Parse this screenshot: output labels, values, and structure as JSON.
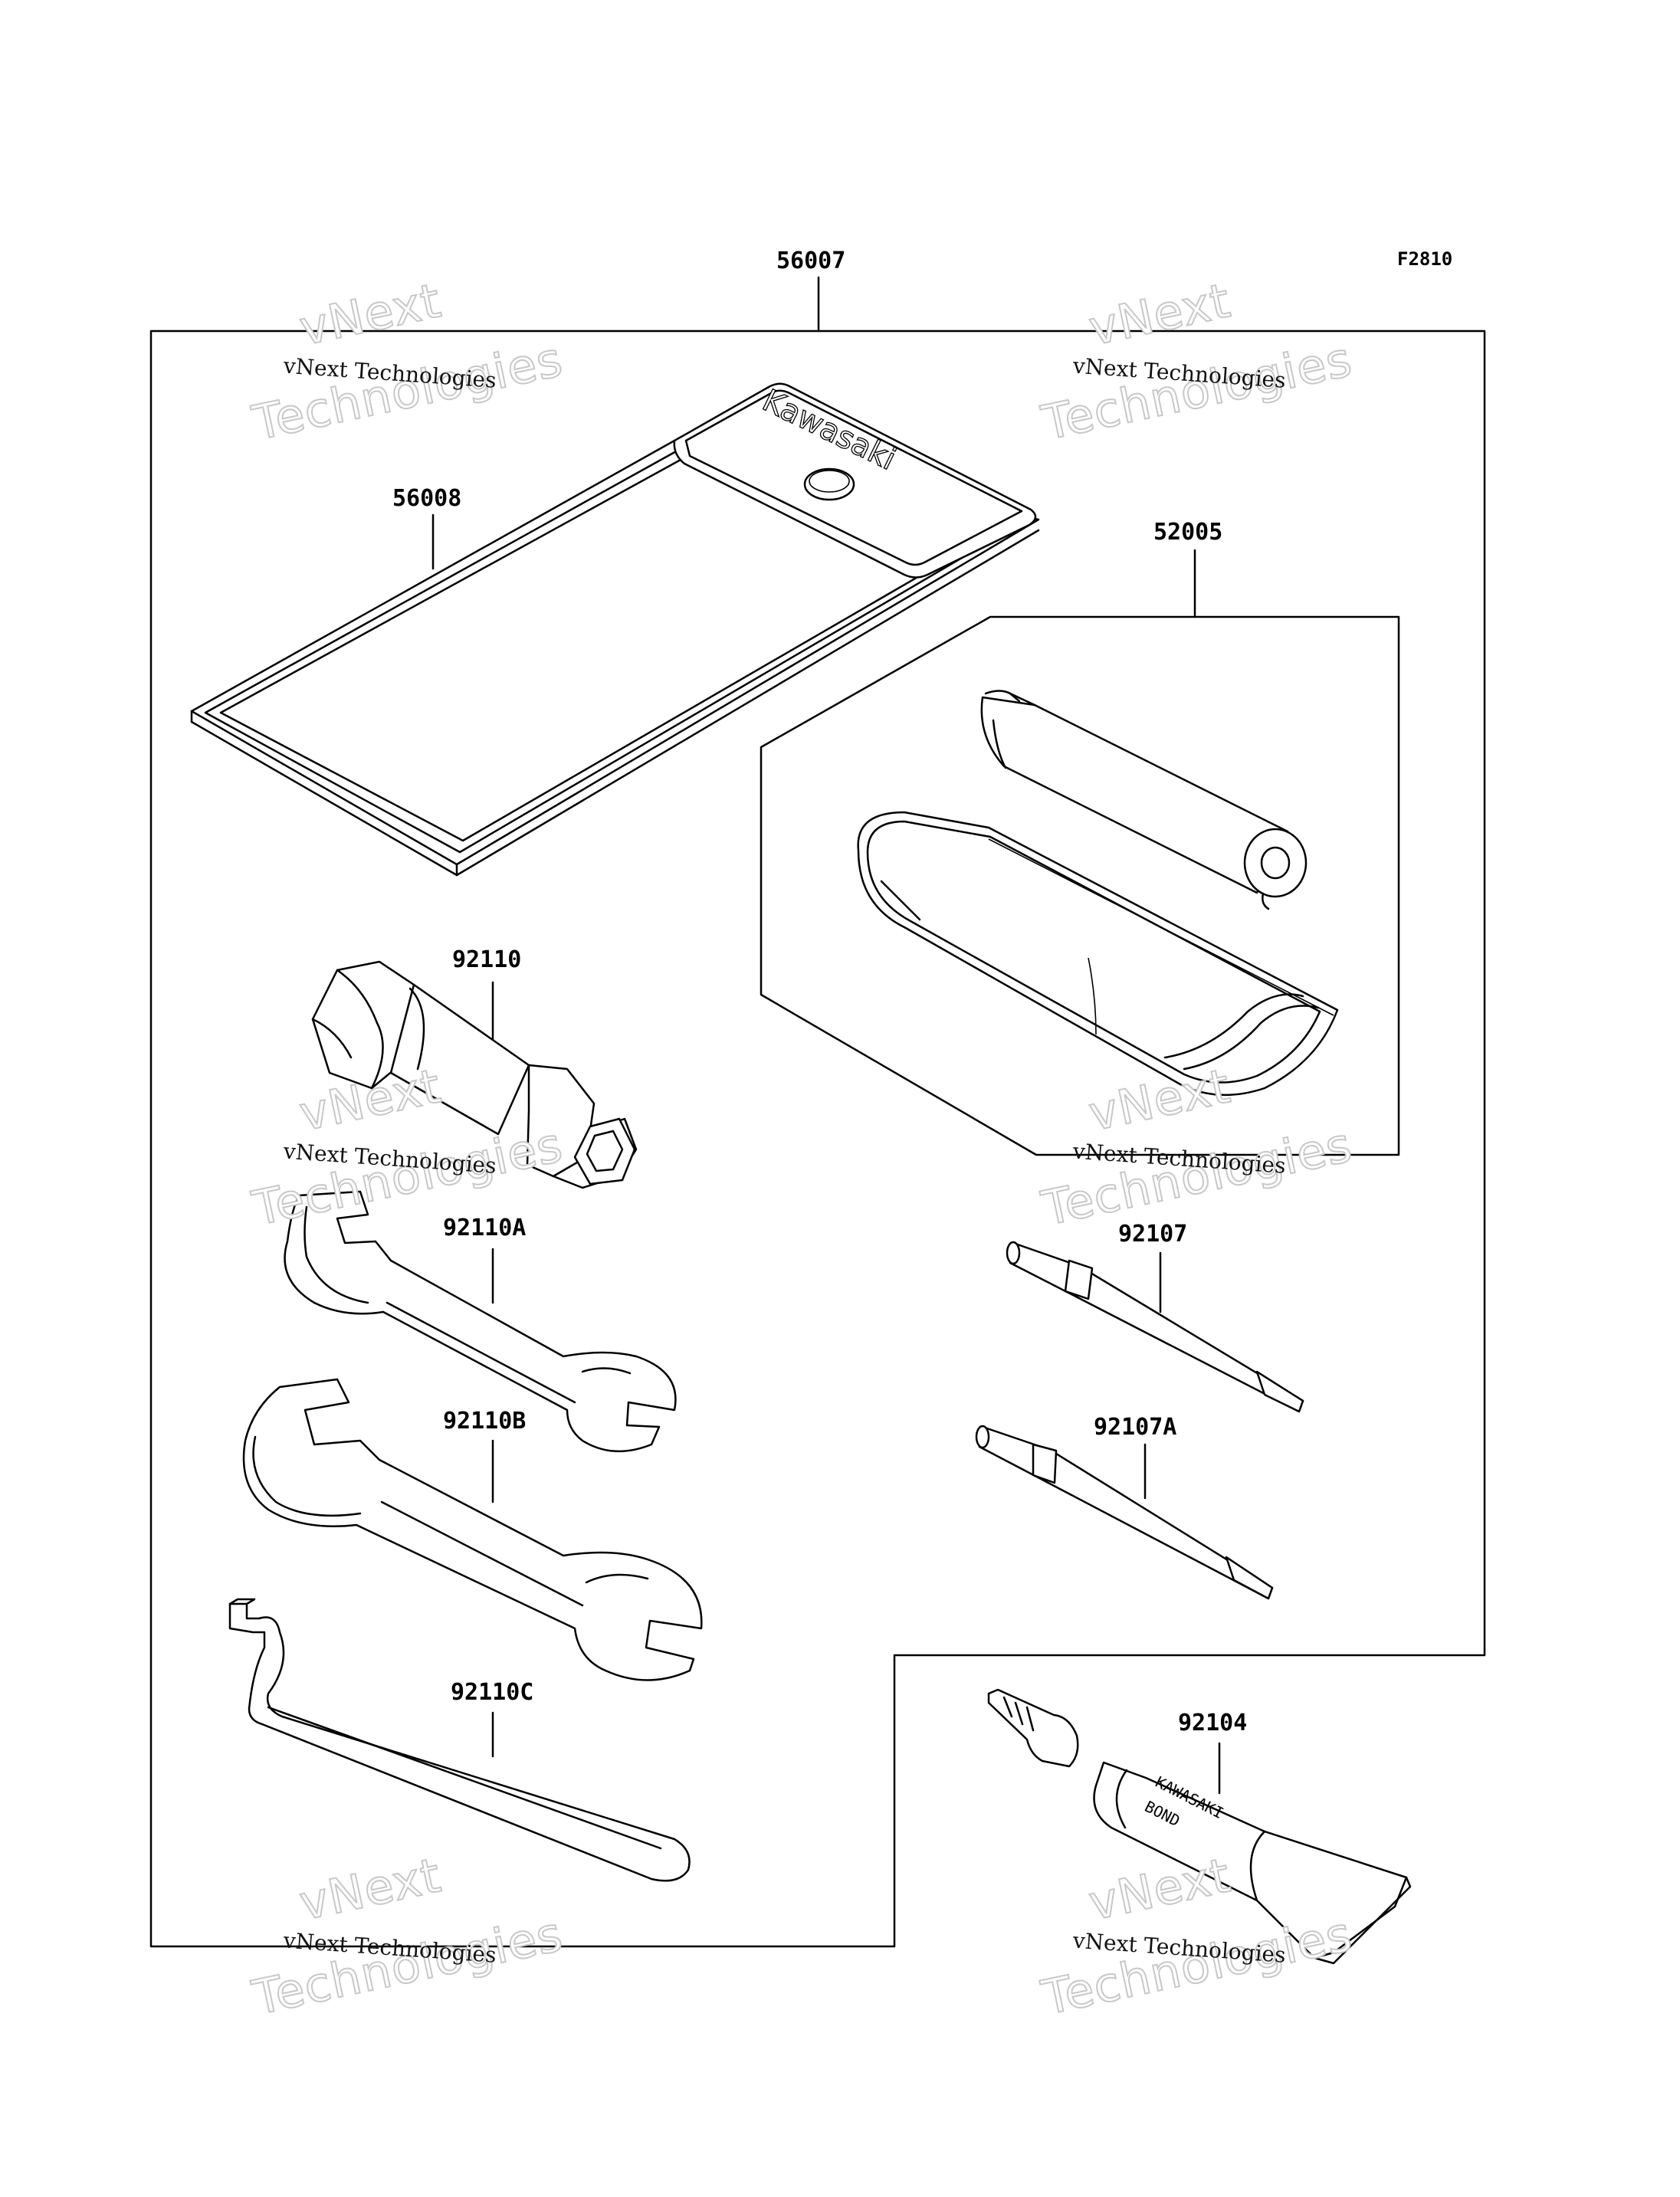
{
  "figure_code": "F2810",
  "parts": {
    "tool_kit": "56007",
    "bag": "56008",
    "spark_plug_wrench_set": "52005",
    "plug_wrench": "92110",
    "wrench_a": "92110A",
    "wrench_b": "92110B",
    "hook_wrench": "92110C",
    "screwdriver": "92107",
    "screwdriver_a": "92107A",
    "bond_tube": "92104"
  },
  "bag_brand": "Kawasaki",
  "tube_text": {
    "line1": "KAWASAKI",
    "line2": "BOND"
  },
  "watermark": {
    "small": "vNext Technologies",
    "big_top": "vNext",
    "big_bottom": "Technologies"
  },
  "icons": [
    "tool-bag-icon",
    "spark-plug-wrench-icon",
    "plug-pouch-icon",
    "box-end-plug-wrench-icon",
    "open-end-wrench-icon",
    "hook-wrench-icon",
    "screwdriver-icon",
    "sealant-tube-icon"
  ]
}
